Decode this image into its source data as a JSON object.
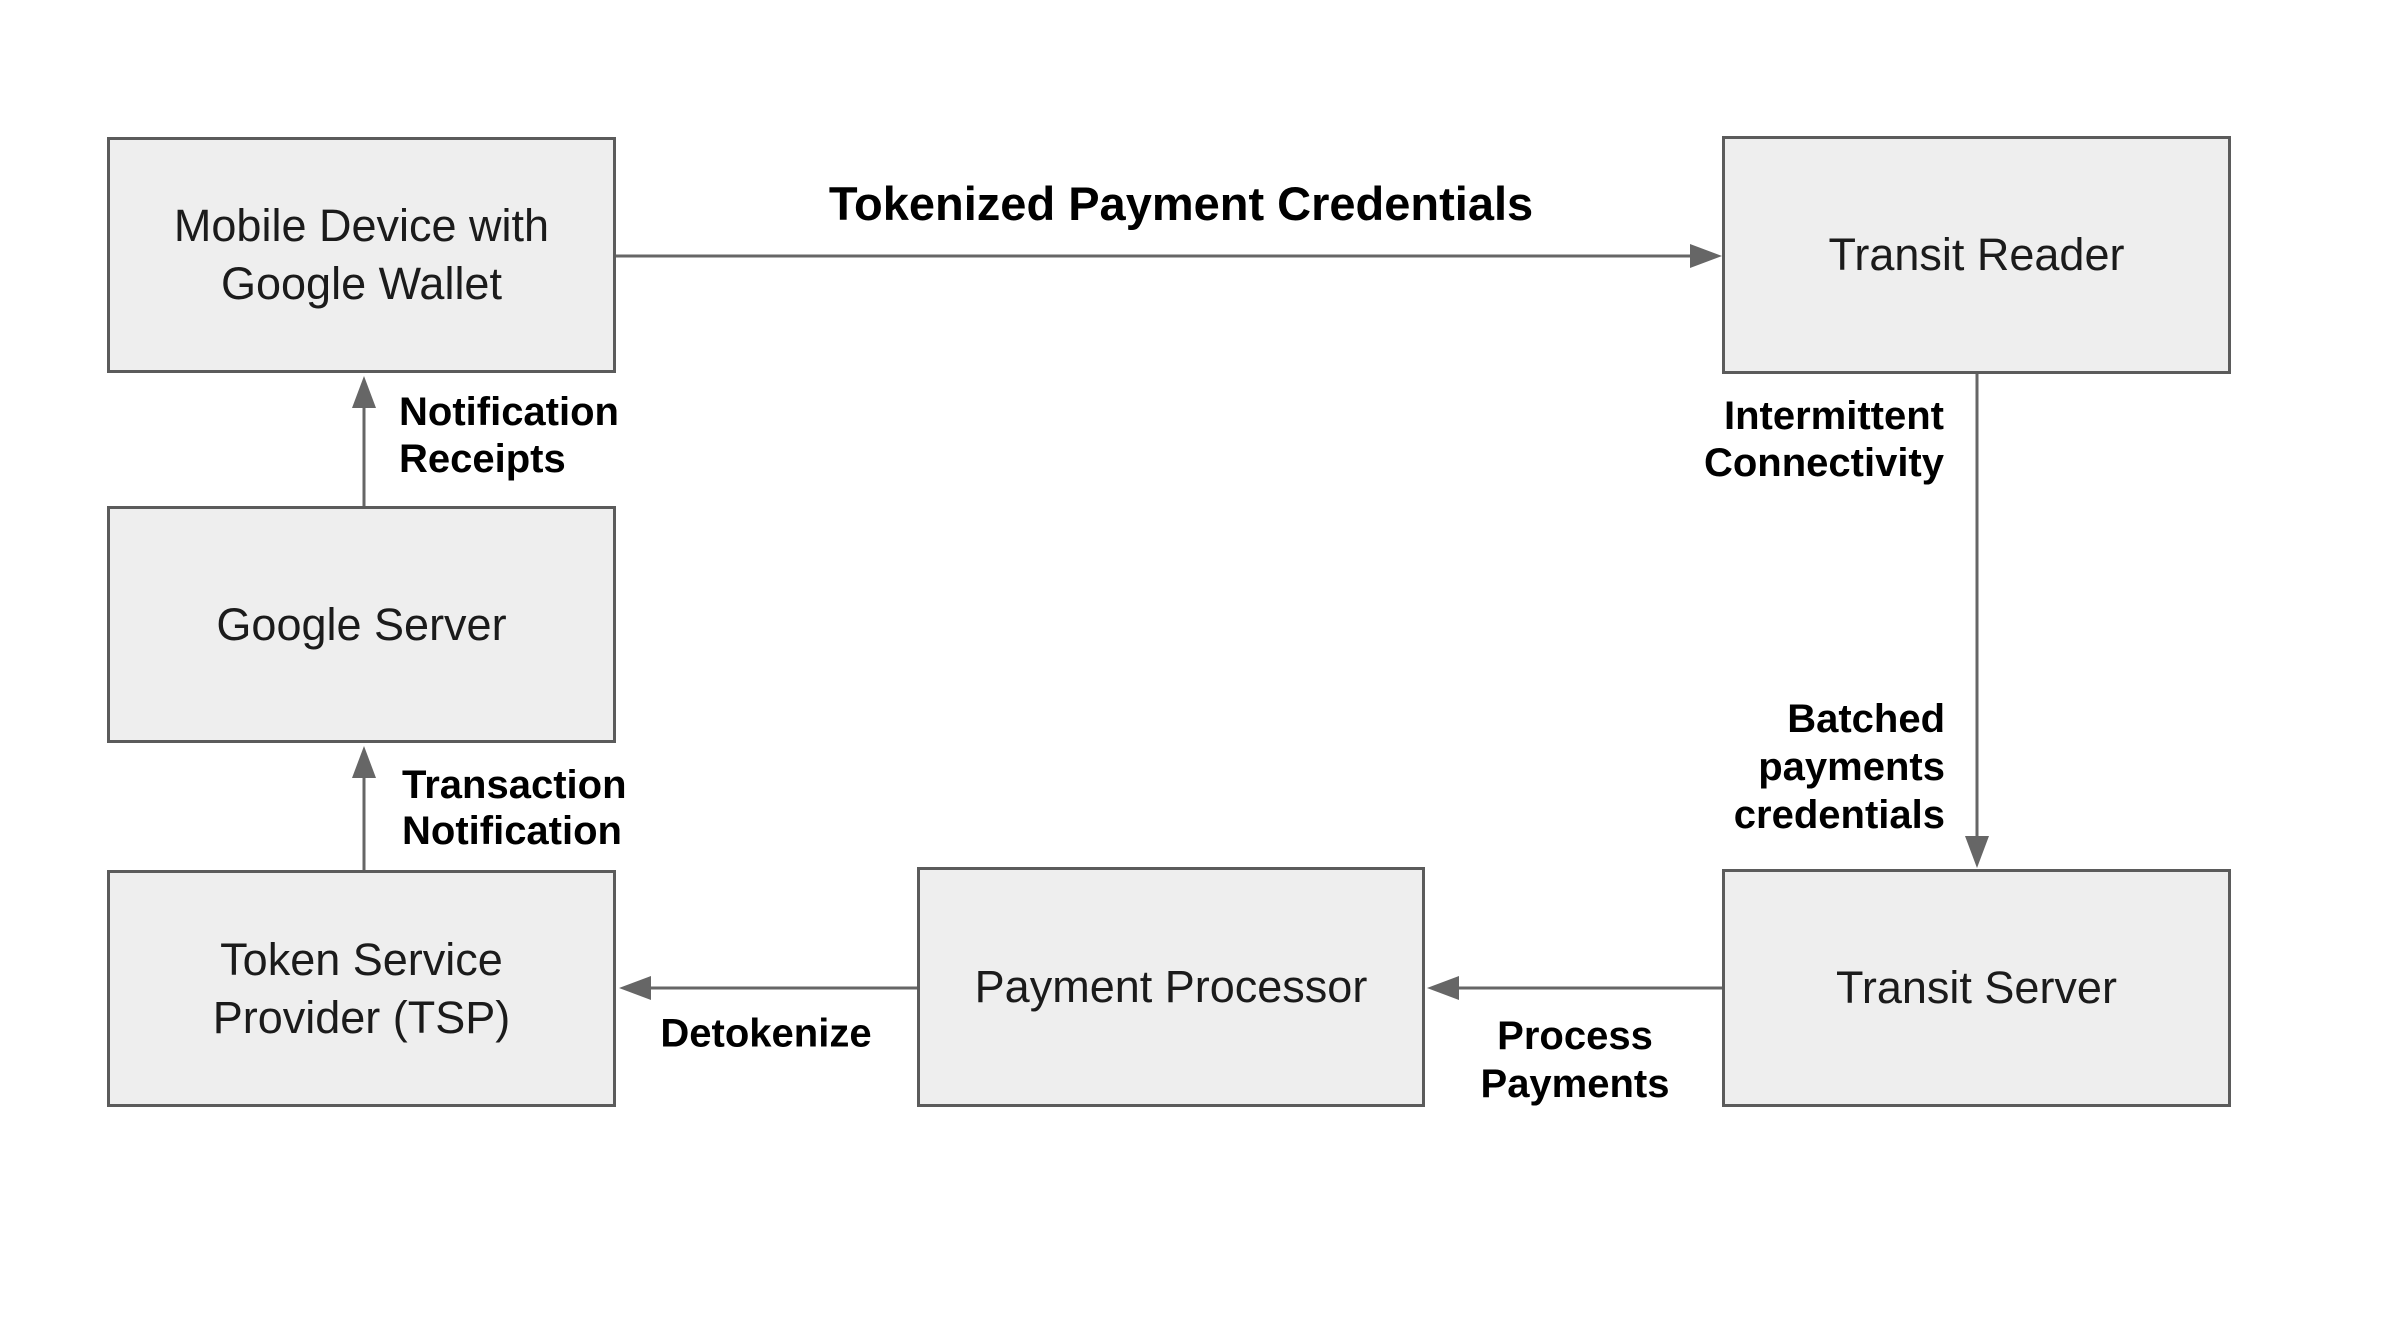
{
  "diagram": {
    "nodes": {
      "mobile_device": {
        "label": "Mobile Device with\nGoogle Wallet"
      },
      "google_server": {
        "label": "Google Server"
      },
      "tsp": {
        "label": "Token Service\nProvider (TSP)"
      },
      "transit_reader": {
        "label": "Transit Reader"
      },
      "transit_server": {
        "label": "Transit Server"
      },
      "payment_processor": {
        "label": "Payment Processor"
      }
    },
    "edges": {
      "tokenized": {
        "label": "Tokenized Payment Credentials",
        "from": "mobile_device",
        "to": "transit_reader"
      },
      "intermittent": {
        "label": "Intermittent\nConnectivity",
        "from": "transit_reader",
        "to": "transit_server"
      },
      "batched": {
        "label": "Batched\npayments\ncredentials",
        "from": "transit_reader",
        "to": "transit_server"
      },
      "process_payments": {
        "label": "Process\nPayments",
        "from": "transit_server",
        "to": "payment_processor"
      },
      "detokenize": {
        "label": "Detokenize",
        "from": "payment_processor",
        "to": "tsp"
      },
      "transaction_notification": {
        "label": "Transaction\nNotification",
        "from": "tsp",
        "to": "google_server"
      },
      "notification_receipts": {
        "label": "Notification\nReceipts",
        "from": "google_server",
        "to": "mobile_device"
      }
    },
    "colors": {
      "background": "#ffffff",
      "box_fill": "#eeeeee",
      "box_border": "#5b5b5b",
      "arrow": "#666666",
      "node_text": "#1b1b1b",
      "label_text": "#000000"
    }
  }
}
